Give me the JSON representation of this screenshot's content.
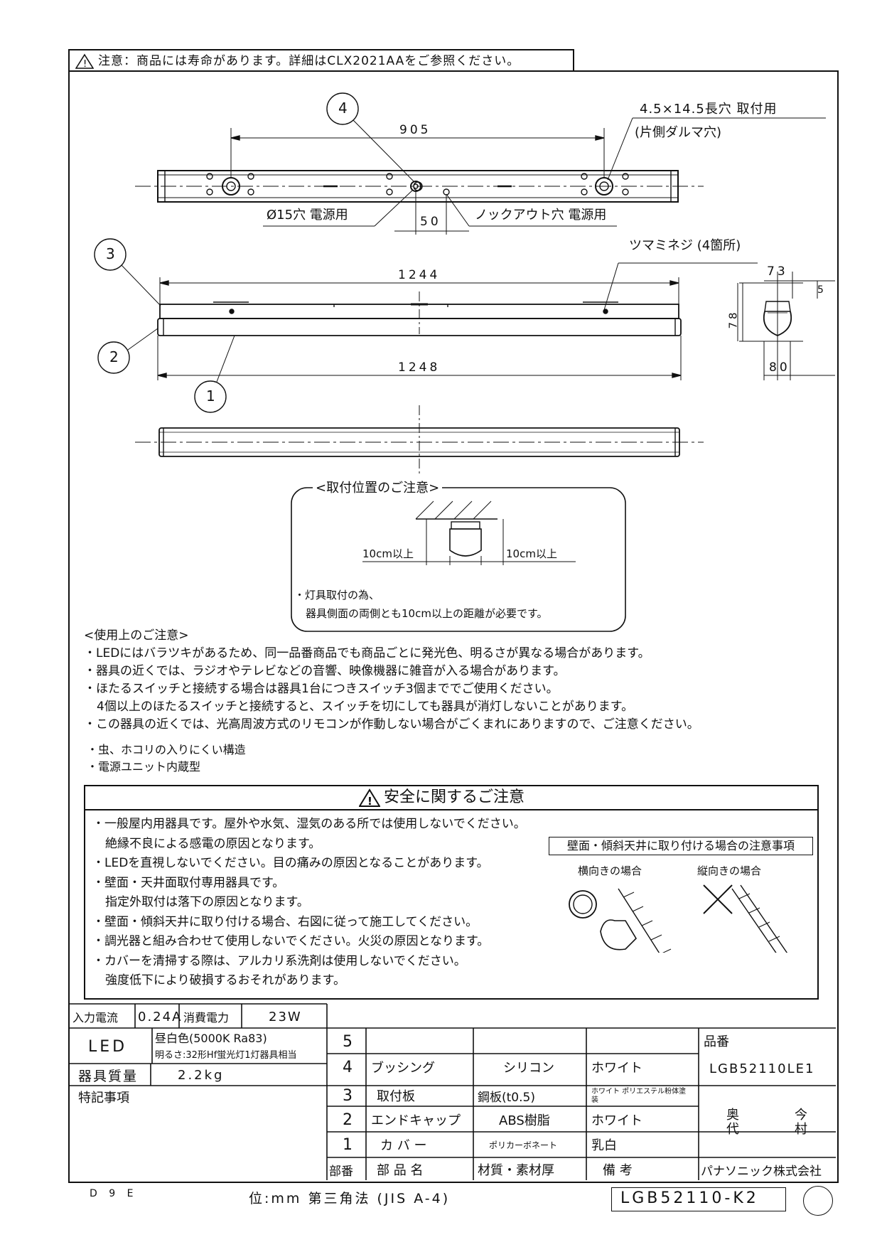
{
  "header_notice": "注意：商品には寿命があります。詳細はCLX2021AAをご参照ください。",
  "top_view": {
    "dim_905": "905",
    "dim_50": "50",
    "hole_label": "4.5×14.5長穴 取付用",
    "hole_sub": "(片側ダルマ穴)",
    "phi15_label": "Ø15穴 電源用",
    "knockout_label": "ノックアウト穴 電源用"
  },
  "front_view": {
    "dim_1244": "1244",
    "dim_1248": "1248",
    "knob_label": "ツマミネジ (4箇所)"
  },
  "side_view": {
    "dim_73": "73",
    "dim_5": "5",
    "dim_78": "78",
    "dim_80": "80"
  },
  "callouts": [
    "1",
    "2",
    "3",
    "4"
  ],
  "mount_note": {
    "title": "<取付位置のご注意>",
    "left_dim": "10cm以上",
    "right_dim": "10cm以上",
    "line1": "・灯具取付の為、",
    "line2": "器具側面の両側とも10cm以上の距離が必要です。"
  },
  "usage": {
    "title": "<使用上のご注意>",
    "lines": [
      "・LEDにはバラツキがあるため、同一品番商品でも商品ごとに発光色、明るさが異なる場合があります。",
      "・器具の近くでは、ラジオやテレビなどの音響、映像機器に雑音が入る場合があります。",
      "・ほたるスイッチと接続する場合は器具1台につきスイッチ3個まででご使用ください。",
      "4個以上のほたるスイッチと接続すると、スイッチを切にしても器具が消灯しないことがあります。",
      "・この器具の近くでは、光高周波方式のリモコンが作動しない場合がごくまれにありますので、ご注意ください。"
    ]
  },
  "features": [
    "・虫、ホコリの入りにくい構造",
    "・電源ユニット内蔵型"
  ],
  "safety": {
    "title": "安全に関するご注意",
    "lines": [
      "・一般屋内用器具です。屋外や水気、湿気のある所では使用しないでください。",
      "絶縁不良による感電の原因となります。",
      "・LEDを直視しないでください。目の痛みの原因となることがあります。",
      "・壁面・天井面取付専用器具です。",
      "指定外取付は落下の原因となります。",
      "・壁面・傾斜天井に取り付ける場合、右図に従って施工してください。",
      "・調光器と組み合わせて使用しないでください。火災の原因となります。",
      "・カバーを清掃する際は、アルカリ系洗剤は使用しないでください。",
      "強度低下により破損するおそれがあります。"
    ],
    "wall_title": "壁面・傾斜天井に取り付ける場合の注意事項",
    "horizontal": "横向きの場合",
    "vertical": "縦向きの場合"
  },
  "spec": {
    "input_current_label": "入力電流",
    "input_current": "0.24A",
    "power_label": "消費電力",
    "power": "23W",
    "led_label": "LED",
    "color": "昼白色(5000K Ra83)",
    "brightness": "明るさ:32形Hf蛍光灯1灯器具相当",
    "weight_label": "器具質量",
    "weight": "2.2kg",
    "notes_label": "特記事項"
  },
  "parts": [
    {
      "no": "5",
      "name": "",
      "material": "",
      "remark": ""
    },
    {
      "no": "4",
      "name": "ブッシング",
      "material": "シリコン",
      "remark": "ホワイト"
    },
    {
      "no": "3",
      "name": "取付板",
      "material": "鋼板(t0.5)",
      "remark": "ホワイト ポリエステル粉体塗装"
    },
    {
      "no": "2",
      "name": "エンドキャップ",
      "material": "ABS樹脂",
      "remark": "ホワイト"
    },
    {
      "no": "1",
      "name": "カ バ ー",
      "material": "ポリカーボネート",
      "remark": "乳白"
    }
  ],
  "parts_header": {
    "no": "部番",
    "name": "部 品 名",
    "material": "材質・素材厚",
    "remark": "備 考"
  },
  "product": {
    "label": "品番",
    "code": "LGB52110LE1",
    "sign1": "奥 代",
    "sign2": "今 村",
    "company": "パナソニック株式会社"
  },
  "footer": {
    "code": "D 9 E",
    "units": "位:mm 第三角法 (JIS A-4)",
    "drawing_no": "LGB52110-K2"
  }
}
